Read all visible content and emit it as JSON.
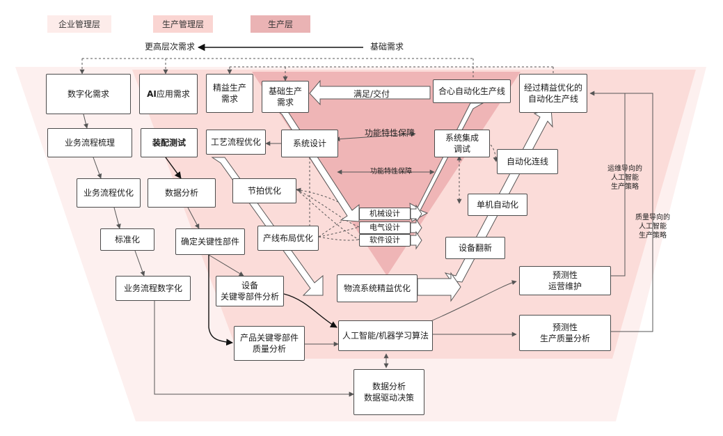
{
  "legend": {
    "enterprise": "企业管理层",
    "production_mgmt": "生产管理层",
    "production": "生产层"
  },
  "colors": {
    "enterprise": "#fdecea",
    "production_mgmt": "#fad5d2",
    "production": "#eab3b4",
    "outer_band": "#fdf0ef",
    "middle_band": "#fbdcd9",
    "inner_triangle": "#efb5b6"
  },
  "top_arrow": {
    "left_label": "更高层次需求",
    "right_label": "基础需求"
  },
  "boxes": {
    "digital_demand": "数字化需求",
    "biz_process_sort": "业务流程梳理",
    "biz_process_opt": "业务流程优化",
    "standardize": "标准化",
    "biz_process_digital": "业务流程数字化",
    "ai_demand_prefix": "AI",
    "ai_demand_text": " 应用需求",
    "assembly_test": "装配测试",
    "data_analysis": "数据分析",
    "key_parts": "确定关键性部件",
    "device_parts_analysis": "设备\n关键零部件分析",
    "product_quality": "产品关键零部件\n质量分析",
    "lean_demand": "精益生产\n需求",
    "process_opt": "工艺流程优化",
    "takt_opt": "节拍优化",
    "layout_opt": "产线布局优化",
    "basic_demand": "基础生产\n需求",
    "system_design": "系统设计",
    "mech_design": "机械设计",
    "elec_design": "电气设计",
    "soft_design": "软件设计",
    "logistics_opt": "物流系统精益优化",
    "compliant_line": "合心自动化生产线",
    "system_integration": "系统集成\n调试",
    "auto_connect": "自动化连线",
    "single_auto": "单机自动化",
    "device_renew": "设备翻新",
    "lean_auto_line": "经过精益优化的\n自动化生产线",
    "predictive_maint": "预测性\n运营维护",
    "predictive_quality": "预测性\n生产质量分析",
    "ai_ml": "人工智能/机器学习算法",
    "data_decision": "数据分析\n数据驱动决策"
  },
  "labels": {
    "satisfy_deliver": "满足/交付",
    "func_guarantee_1": "功能特性保障",
    "func_guarantee_2": "功能特性保障",
    "ops_strategy": "运维导向的\n人工智能\n生产策略",
    "quality_strategy": "质量导向的\n人工智能\n生产策略"
  }
}
